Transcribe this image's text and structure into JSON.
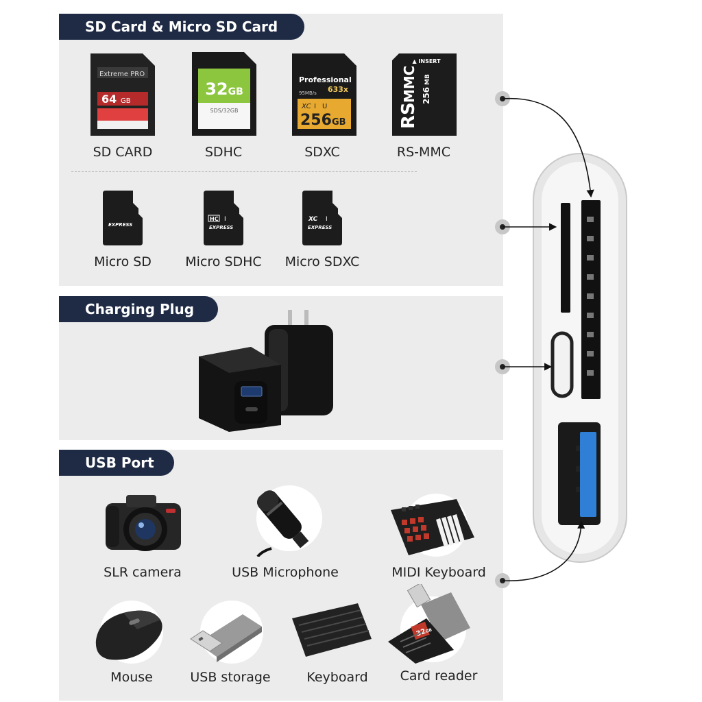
{
  "sections": {
    "sd": {
      "title": "SD Card & Micro SD Card"
    },
    "charging": {
      "title": "Charging Plug"
    },
    "usb": {
      "title": "USB Port"
    }
  },
  "sd_cards": [
    {
      "label": "SD CARD",
      "card_text": [
        "Extreme PRO",
        "64",
        "GB"
      ],
      "icon": "sd-card-icon"
    },
    {
      "label": "SDHC",
      "card_text": [
        "32",
        "GB",
        "SDS/32GB"
      ],
      "icon": "sdhc-card-icon"
    },
    {
      "label": "SDXC",
      "card_text": [
        "Professional",
        "633x",
        "95MB/s",
        "XC",
        "I",
        "U",
        "256",
        "GB"
      ],
      "icon": "sdxc-card-icon"
    },
    {
      "label": "RS-MMC",
      "card_text": [
        "INSERT",
        "256",
        "MB",
        "RS",
        "MMC"
      ],
      "icon": "rs-mmc-card-icon"
    }
  ],
  "micro_cards": [
    {
      "label": "Micro SD",
      "card_text": [
        "EXPRESS"
      ],
      "icon": "micro-sd-card-icon"
    },
    {
      "label": "Micro SDHC",
      "card_text": [
        "HC",
        "I",
        "EXPRESS"
      ],
      "icon": "micro-sdhc-card-icon"
    },
    {
      "label": "Micro SDXC",
      "card_text": [
        "XC",
        "I",
        "EXPRESS"
      ],
      "icon": "micro-sdxc-card-icon"
    }
  ],
  "usb_devices": [
    {
      "label": "SLR camera",
      "icon": "camera-icon"
    },
    {
      "label": "USB Microphone",
      "icon": "microphone-icon"
    },
    {
      "label": "MIDI Keyboard",
      "icon": "midi-keyboard-icon"
    },
    {
      "label": "Mouse",
      "icon": "mouse-icon"
    },
    {
      "label": "USB storage",
      "icon": "usb-storage-icon"
    },
    {
      "label": "Keyboard",
      "icon": "keyboard-icon"
    },
    {
      "label": "Card reader",
      "icon": "card-reader-icon"
    }
  ],
  "card_reader_text": [
    "32",
    "GB"
  ],
  "colors": {
    "navy": "#1f2b45",
    "panel": "#ececec",
    "usb_blue": "#2f7fd6"
  }
}
